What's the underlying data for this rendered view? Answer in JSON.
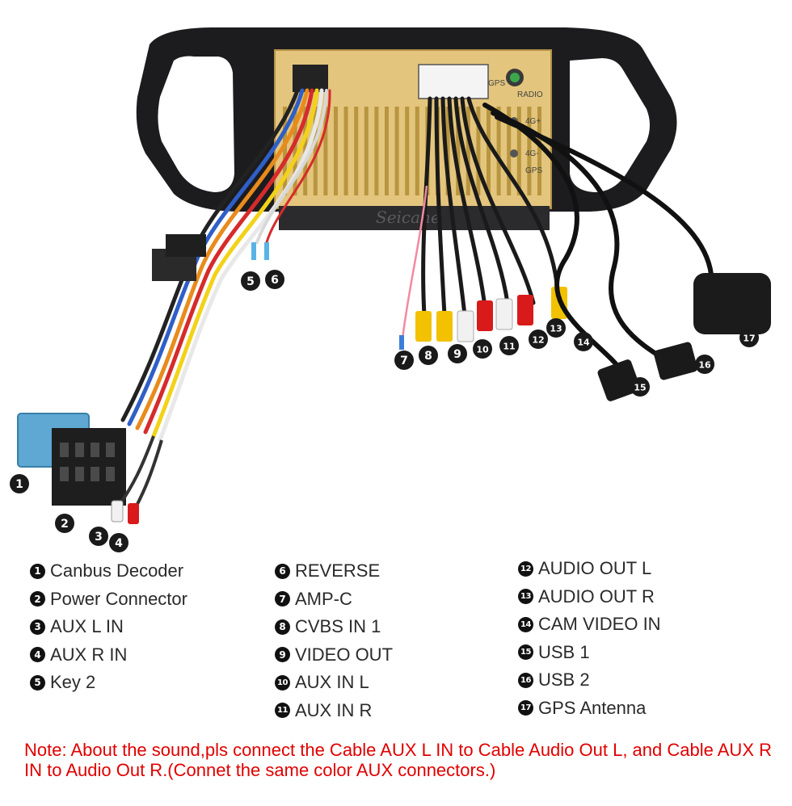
{
  "watermark": "Seicane",
  "unit_labels": {
    "gps": "GPS",
    "radio": "RADIO",
    "4g_1": "4G+",
    "4g_2": "4G-",
    "gps_2": "GPS"
  },
  "callouts": [
    "1",
    "2",
    "3",
    "4",
    "5",
    "6",
    "7",
    "8",
    "9",
    "10",
    "11",
    "12",
    "13",
    "14",
    "15",
    "16",
    "17"
  ],
  "legend": {
    "col1": [
      {
        "num": "1",
        "label": "Canbus Decoder"
      },
      {
        "num": "2",
        "label": "Power Connector"
      },
      {
        "num": "3",
        "label": "AUX L IN"
      },
      {
        "num": "4",
        "label": "AUX R IN"
      },
      {
        "num": "5",
        "label": "Key 2"
      }
    ],
    "col2": [
      {
        "num": "6",
        "label": "REVERSE"
      },
      {
        "num": "7",
        "label": "AMP-C"
      },
      {
        "num": "8",
        "label": "CVBS IN 1"
      },
      {
        "num": "9",
        "label": "VIDEO OUT"
      },
      {
        "num": "10",
        "label": "AUX IN L"
      },
      {
        "num": "11",
        "label": "AUX IN R"
      }
    ],
    "col3": [
      {
        "num": "12",
        "label": "AUDIO OUT L"
      },
      {
        "num": "13",
        "label": "AUDIO OUT R"
      },
      {
        "num": "14",
        "label": "CAM VIDEO IN"
      },
      {
        "num": "15",
        "label": "USB 1"
      },
      {
        "num": "16",
        "label": "USB 2"
      },
      {
        "num": "17",
        "label": "GPS Antenna"
      }
    ]
  },
  "note": "Note: About the sound,pls connect the Cable AUX L IN to Cable Audio Out L, and Cable AUX R IN to  Audio Out R.(Connet the same color AUX connectors.)",
  "colors": {
    "frame": "#1c1c1f",
    "chassis": "#e3c57d",
    "note": "#e00000",
    "rca_yellow": "#f2c200",
    "rca_white": "#f1f1f1",
    "rca_red": "#d81a1a"
  }
}
